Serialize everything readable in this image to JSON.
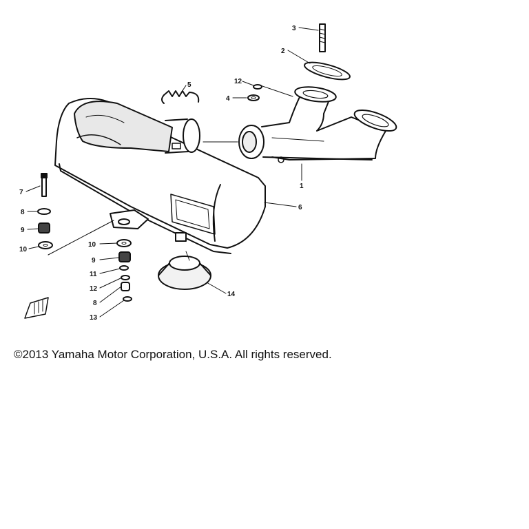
{
  "callouts": [
    {
      "id": "3",
      "label": "3"
    },
    {
      "id": "2",
      "label": "2"
    },
    {
      "id": "5",
      "label": "5"
    },
    {
      "id": "12a",
      "label": "12"
    },
    {
      "id": "4",
      "label": "4"
    },
    {
      "id": "1",
      "label": "1"
    },
    {
      "id": "6",
      "label": "6"
    },
    {
      "id": "7",
      "label": "7"
    },
    {
      "id": "8a",
      "label": "8"
    },
    {
      "id": "9a",
      "label": "9"
    },
    {
      "id": "10a",
      "label": "10"
    },
    {
      "id": "10b",
      "label": "10"
    },
    {
      "id": "9b",
      "label": "9"
    },
    {
      "id": "11",
      "label": "11"
    },
    {
      "id": "12b",
      "label": "12"
    },
    {
      "id": "8b",
      "label": "8"
    },
    {
      "id": "13",
      "label": "13"
    },
    {
      "id": "14",
      "label": "14"
    }
  ],
  "copyright": "©2013 Yamaha Motor Corporation, U.S.A. All rights reserved."
}
